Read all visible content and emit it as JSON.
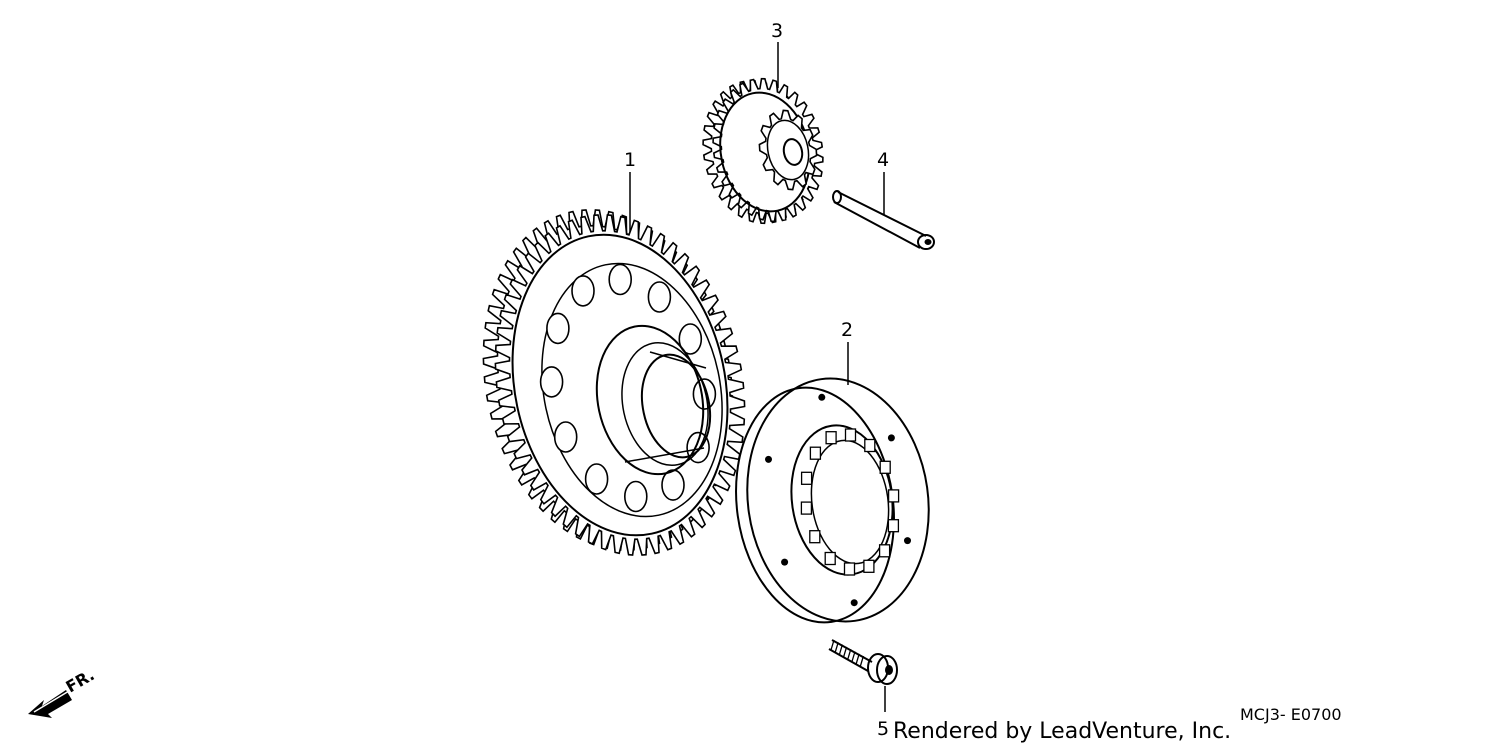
{
  "callouts": {
    "part1": "1",
    "part2": "2",
    "part3": "3",
    "part4": "4",
    "part5": "5"
  },
  "direction_marker": {
    "label": "FR.",
    "icon": "front-direction-arrow-icon"
  },
  "footer": {
    "credit": "Rendered by LeadVenture, Inc.",
    "diagram_code": "MCJ3- E0700"
  },
  "colors": {
    "line": "#000000",
    "background": "#ffffff"
  }
}
